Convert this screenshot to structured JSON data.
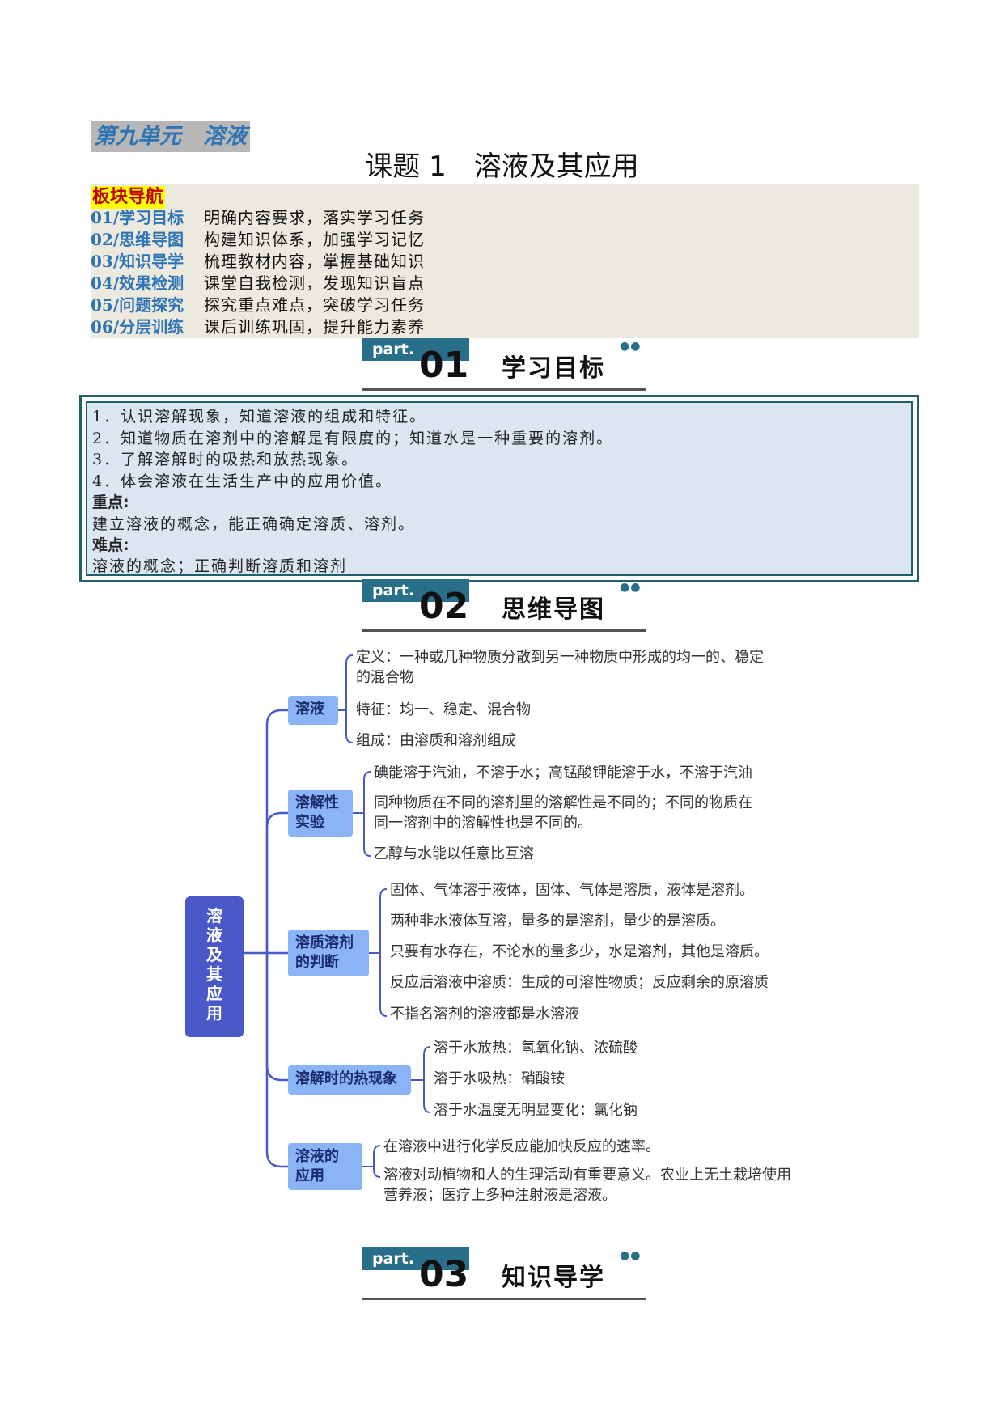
{
  "unit_title": "第九单元　溶液",
  "lesson_title": "课题 1　溶液及其应用",
  "nav": {
    "heading": "板块导航",
    "items": [
      {
        "code": "01/学习目标",
        "desc": "明确内容要求，落实学习任务"
      },
      {
        "code": "02/思维导图",
        "desc": "构建知识体系，加强学习记忆"
      },
      {
        "code": "03/知识导学",
        "desc": "梳理教材内容，掌握基础知识"
      },
      {
        "code": "04/效果检测",
        "desc": "课堂自我检测，发现知识盲点"
      },
      {
        "code": "05/问题探究",
        "desc": "探究重点难点，突破学习任务"
      },
      {
        "code": "06/分层训练",
        "desc": "课后训练巩固，提升能力素养"
      }
    ]
  },
  "parts": [
    {
      "badge": "part.",
      "num": "01",
      "name": "学习目标"
    },
    {
      "badge": "part.",
      "num": "02",
      "name": "思维导图"
    },
    {
      "badge": "part.",
      "num": "03",
      "name": "知识导学"
    }
  ],
  "goals": {
    "items": [
      "1．认识溶解现象，知道溶液的组成和特征。",
      "2．知道物质在溶剂中的溶解是有限度的；知道水是一种重要的溶剂。",
      "3．了解溶解时的吸热和放热现象。",
      "4．体会溶液在生活生产中的应用价值。"
    ],
    "key_label": "重点:",
    "key_text": "建立溶液的概念，能正确确定溶质、溶剂。",
    "diff_label": "难点:",
    "diff_text": "溶液的概念；正确判断溶质和溶剂"
  },
  "mindmap": {
    "root": [
      "溶",
      "液",
      "及",
      "其",
      "应",
      "用"
    ],
    "branches": [
      {
        "label": [
          "溶液"
        ],
        "leaves": [
          [
            "定义：一种或几种物质分散到另一种物质中形成的均一的、稳定",
            "的混合物"
          ],
          [
            "特征：均一、稳定、混合物"
          ],
          [
            "组成：由溶质和溶剂组成"
          ]
        ]
      },
      {
        "label": [
          "溶解性",
          "实验"
        ],
        "leaves": [
          [
            "碘能溶于汽油，不溶于水；高锰酸钾能溶于水，不溶于汽油"
          ],
          [
            "同种物质在不同的溶剂里的溶解性是不同的；不同的物质在",
            "同一溶剂中的溶解性也是不同的。"
          ],
          [
            "乙醇与水能以任意比互溶"
          ]
        ]
      },
      {
        "label": [
          "溶质溶剂",
          "的判断"
        ],
        "leaves": [
          [
            "固体、气体溶于液体，固体、气体是溶质，液体是溶剂。"
          ],
          [
            "两种非水液体互溶，量多的是溶剂，量少的是溶质。"
          ],
          [
            "只要有水存在，不论水的量多少，水是溶剂，其他是溶质。"
          ],
          [
            "反应后溶液中溶质：生成的可溶性物质；反应剩余的原溶质"
          ],
          [
            "不指名溶剂的溶液都是水溶液"
          ]
        ]
      },
      {
        "label": [
          "溶解时的热现象"
        ],
        "leaves": [
          [
            "溶于水放热：氢氧化钠、浓硫酸"
          ],
          [
            "溶于水吸热：硝酸铵"
          ],
          [
            "溶于水温度无明显变化：氯化钠"
          ]
        ]
      },
      {
        "label": [
          "溶液的",
          "应用"
        ],
        "leaves": [
          [
            "在溶液中进行化学反应能加快反应的速率。"
          ],
          [
            "溶液对动植物和人的生理活动有重要意义。农业上无土栽培使用",
            "营养液；医疗上多种注射液是溶液。"
          ]
        ]
      }
    ]
  },
  "colors": {
    "root": "#4a58c8",
    "branch": "#8ab4f6",
    "line": "#4a58c8",
    "badge": "#2a6f8a"
  }
}
